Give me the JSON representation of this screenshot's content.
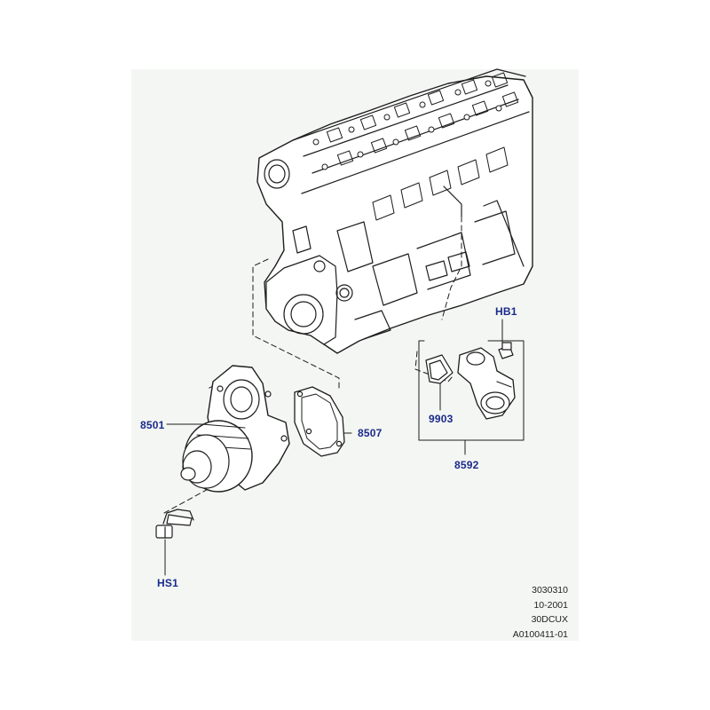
{
  "diagram": {
    "callouts": {
      "hb1": "HB1",
      "p8501": "8501",
      "p8507": "8507",
      "p9903": "9903",
      "p8592": "8592",
      "hs1": "HS1"
    },
    "reference": {
      "line1": "3030310",
      "line2": "10-2001",
      "line3": "30DCUX",
      "line4": "A0100411-01"
    },
    "colors": {
      "callout_text": "#1a2a8c",
      "linework": "#1e1e1e",
      "sheet_background": "#f4f6f3"
    }
  }
}
